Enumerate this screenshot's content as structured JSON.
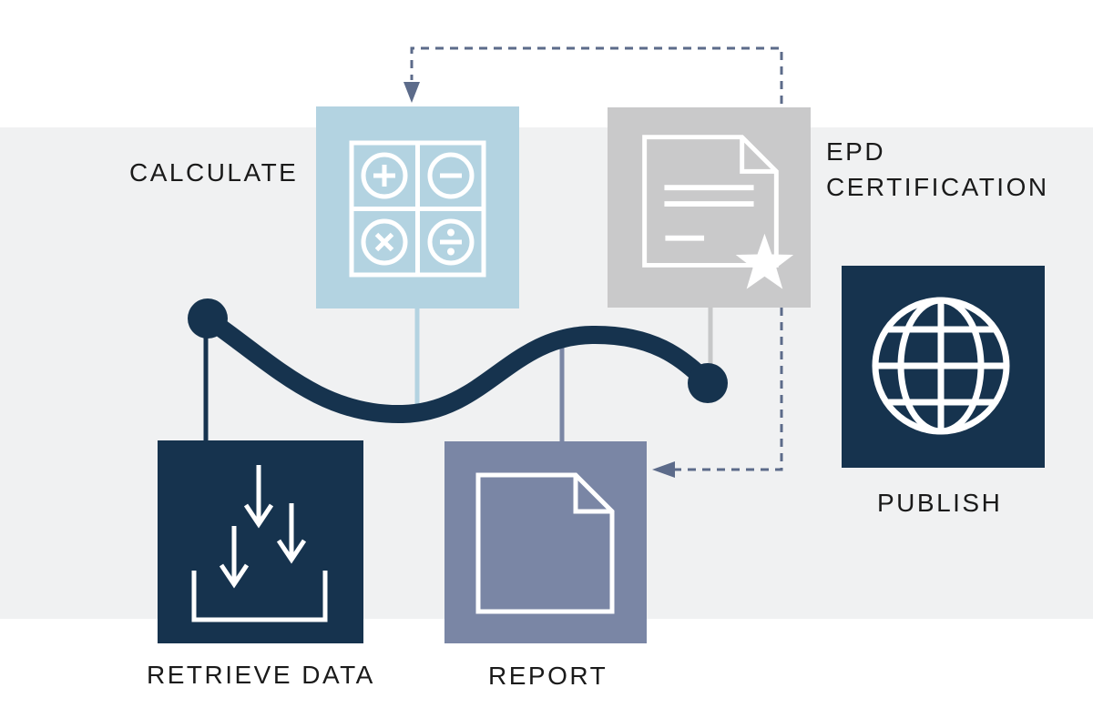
{
  "page": {
    "background_color": "#ffffff",
    "band_color": "#f0f1f2"
  },
  "palette": {
    "navy": "#16334e",
    "light_blue": "#b3d3e1",
    "gray": "#c9c9ca",
    "blue_gray": "#7a86a5",
    "dashed_arrow": "#5c6b8a",
    "text": "#1a1a1a",
    "icon_stroke": "#ffffff"
  },
  "steps": [
    {
      "id": "calculate",
      "label": "CALCULATE",
      "icon": "calculator-icon",
      "box_color": "#b3d3e1"
    },
    {
      "id": "epd-certification",
      "label": "EPD CERTIFICATION",
      "icon": "certificate-document-icon",
      "box_color": "#c9c9ca"
    },
    {
      "id": "publish",
      "label": "PUBLISH",
      "icon": "globe-icon",
      "box_color": "#16334e"
    },
    {
      "id": "retrieve-data",
      "label": "RETRIEVE DATA",
      "icon": "download-tray-icon",
      "box_color": "#16334e"
    },
    {
      "id": "report",
      "label": "REPORT",
      "icon": "document-icon",
      "box_color": "#7a86a5"
    }
  ]
}
